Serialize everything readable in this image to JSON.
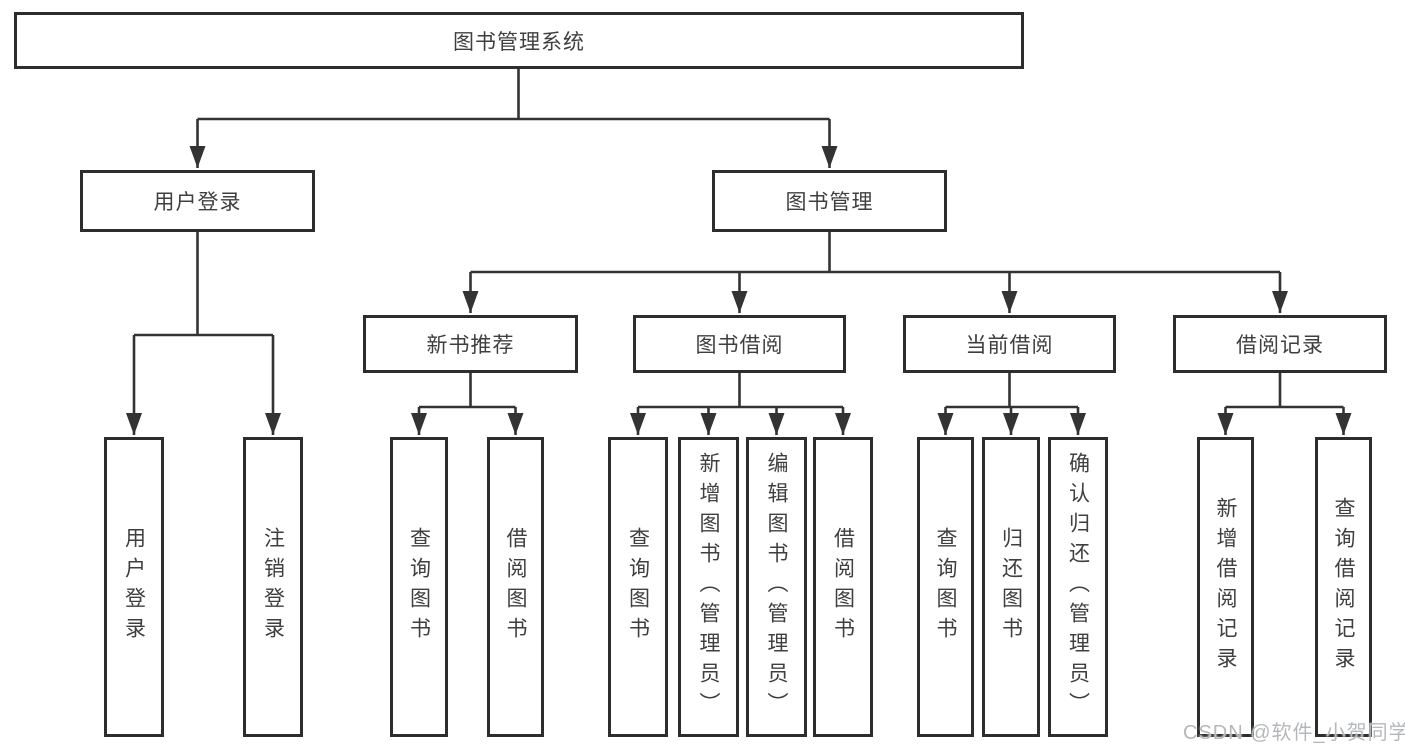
{
  "watermark": "CSDN @软件_小贺同学",
  "colors": {
    "line": "#333333",
    "box_border": "#2d2d2d",
    "box_fill": "#ffffff",
    "text": "#3f3f3f",
    "watermark_text": "#b5b8bb"
  },
  "tree": {
    "root": {
      "label": "图书管理系统"
    },
    "branches": [
      {
        "label": "用户登录",
        "children": [
          {
            "label": "用户登录"
          },
          {
            "label": "注销登录"
          }
        ]
      },
      {
        "label": "图书管理",
        "children": [
          {
            "label": "新书推荐",
            "children": [
              {
                "label": "查询图书"
              },
              {
                "label": "借阅图书"
              }
            ]
          },
          {
            "label": "图书借阅",
            "children": [
              {
                "label": "查询图书"
              },
              {
                "label": "新增图书（管理员）"
              },
              {
                "label": "编辑图书（管理员）"
              },
              {
                "label": "借阅图书"
              }
            ]
          },
          {
            "label": "当前借阅",
            "children": [
              {
                "label": "查询图书"
              },
              {
                "label": "归还图书"
              },
              {
                "label": "确认归还（管理员）"
              }
            ]
          },
          {
            "label": "借阅记录",
            "children": [
              {
                "label": "新增借阅记录"
              },
              {
                "label": "查询借阅记录"
              }
            ]
          }
        ]
      }
    ]
  }
}
